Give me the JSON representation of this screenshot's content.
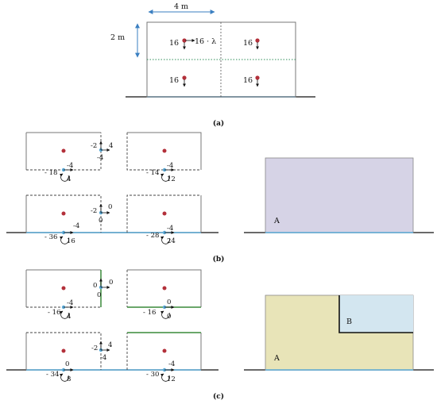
{
  "panel_a": {
    "width_label": "4 m",
    "height_label": "2 m",
    "load_top_left": "16",
    "load_top_left_extra": "16 · λ",
    "load_top_right": "16",
    "load_bottom_left": "16",
    "load_bottom_right": "16",
    "caption": "(a)"
  },
  "panel_b": {
    "caption": "(b)",
    "values": {
      "tl_right_a": "-2",
      "tl_right_b": "4",
      "tl_right_c": "-4",
      "tl_bottom_a": "-4",
      "tl_bottom_b": "- 18",
      "tl_bottom_c": "4",
      "tr_bottom_a": "-4",
      "tr_bottom_b": "- 14",
      "tr_bottom_c": "12",
      "bl_right_a": "0",
      "bl_right_b": "-2",
      "bl_right_c": "0",
      "bl_bottom_a": "-4",
      "bl_bottom_b": "- 36",
      "bl_bottom_c": "16",
      "br_bottom_a": "-4",
      "br_bottom_b": "- 28",
      "br_bottom_c": "24"
    },
    "region_a": "A",
    "region_color": "#d6d3e6"
  },
  "panel_c": {
    "caption": "(c)",
    "values": {
      "tl_right_a": "0",
      "tl_right_b": "0",
      "tl_right_c": "0",
      "tl_bottom_a": "-4",
      "tl_bottom_b": "- 16",
      "tl_bottom_c": "4",
      "tr_bottom_a": "0",
      "tr_bottom_b": "- 16",
      "tr_bottom_c": "0",
      "bl_right_a": "4",
      "bl_right_b": "-2",
      "bl_right_c": "-4",
      "bl_bottom_a": "0",
      "bl_bottom_b": "- 34",
      "bl_bottom_c": "8",
      "br_bottom_a": "-4",
      "br_bottom_b": "- 30",
      "br_bottom_c": "12"
    },
    "region_a": "A",
    "region_b": "B",
    "region_a_color": "#e8e4b8",
    "region_b_color": "#d3e6f0"
  },
  "colors": {
    "node": "#b3303a",
    "support": "#5aa9d6",
    "arrow_dim": "#3a7fc1",
    "grid_dot": "#2f8f5a",
    "green_edge": "#3a8a3a"
  }
}
